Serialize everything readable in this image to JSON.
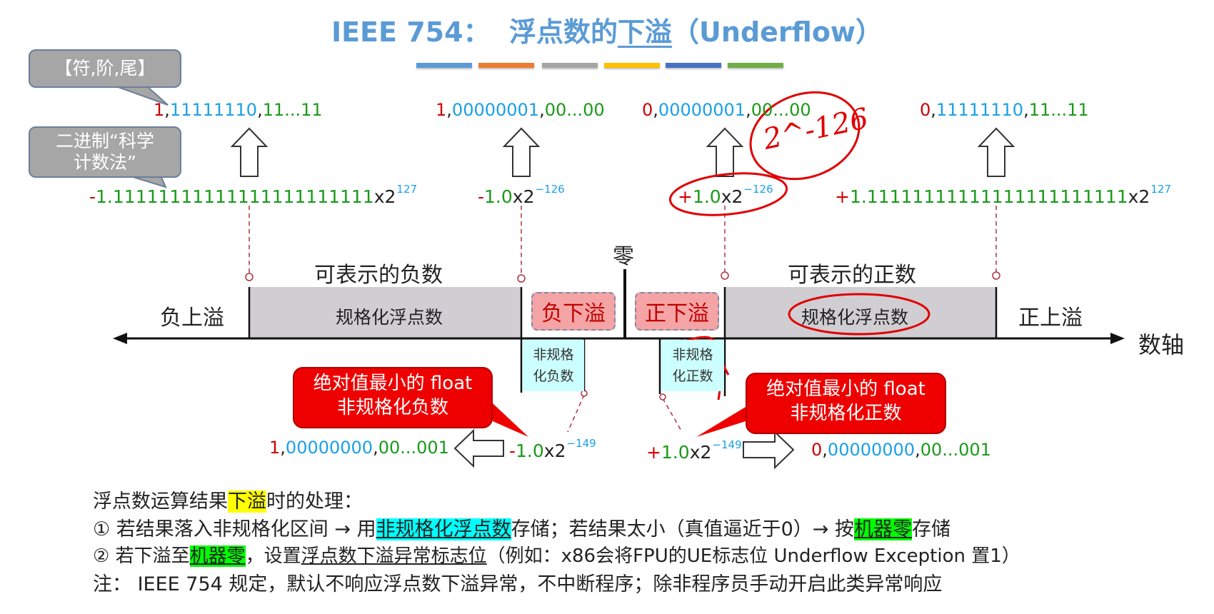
{
  "title": {
    "prefix": "IEEE 754：",
    "main_a": "浮点数的",
    "main_b": "下溢",
    "suffix": "（Underflow）"
  },
  "colors": {
    "title": "#5b9bd5",
    "bars": [
      "#5b9bd5",
      "#ed7d31",
      "#a5a5a5",
      "#ffc000",
      "#4472c4",
      "#70ad47"
    ]
  },
  "callouts": {
    "format": "【符,阶,尾】",
    "sci_line1": "二进制“科学",
    "sci_line2": "计数法”"
  },
  "binaries": [
    {
      "sign": "1",
      "exp": "11111110",
      "mant": "11...11"
    },
    {
      "sign": "1",
      "exp": "00000001",
      "mant": "00...00"
    },
    {
      "sign": "0",
      "exp": "00000001",
      "mant": "00...00"
    },
    {
      "sign": "0",
      "exp": "11111110",
      "mant": "11...11"
    }
  ],
  "scientific": [
    {
      "sign": "-",
      "mant": "1.11111111111111111111111",
      "base": "x2",
      "exp": "127"
    },
    {
      "sign": "-",
      "mant": "1.0",
      "base": "x2",
      "exp": "−126"
    },
    {
      "sign": "+",
      "mant": "1.0",
      "base": "x2",
      "exp": "−126"
    },
    {
      "sign": "+",
      "mant": "1.11111111111111111111111",
      "base": "x2",
      "exp": "127"
    }
  ],
  "axis": {
    "neg_overflow": "负上溢",
    "neg_representable": "可表示的负数",
    "neg_normalized": "规格化浮点数",
    "neg_underflow": "负下溢",
    "zero": "零",
    "pos_underflow": "正下溢",
    "pos_representable": "可表示的正数",
    "pos_normalized": "规格化浮点数",
    "pos_overflow": "正上溢",
    "axis_label": "数轴",
    "neg_denorm_1": "非规格",
    "neg_denorm_2": "化负数",
    "pos_denorm_1": "非规格",
    "pos_denorm_2": "化正数"
  },
  "red_callouts": {
    "neg_1": "绝对值最小的 float",
    "neg_2": "非规格化负数",
    "pos_1": "绝对值最小的 float",
    "pos_2": "非规格化正数"
  },
  "min_denorm": {
    "neg_bin": {
      "sign": "1",
      "exp": "00000000",
      "mant": "00...001"
    },
    "neg_sci": {
      "sign": "-",
      "mant": "1.0",
      "base": "x2",
      "exp": "−149"
    },
    "pos_sci": {
      "sign": "+",
      "mant": "1.0",
      "base": "x2",
      "exp": "−149"
    },
    "pos_bin": {
      "sign": "0",
      "exp": "00000000",
      "mant": "00...001"
    }
  },
  "handwriting": {
    "annotation": "2^-126"
  },
  "notes": {
    "l1_a": "浮点数运算结果",
    "l1_hl": "下溢",
    "l1_b": "时的处理：",
    "l2_a": "① 若结果落入非规格化区间 → 用",
    "l2_hl": "非规格化浮点数",
    "l2_b": "存储；若结果太小（真值逼近于0）→ 按",
    "l2_hl2": "机器零",
    "l2_c": "存储",
    "l3_a": "② 若下溢至",
    "l3_hl": "机器零",
    "l3_b": "，设置",
    "l3_u": "浮点数下溢异常标志位",
    "l3_c": "（例如：x86会将FPU的UE标志位 Underflow Exception 置1）",
    "l4": "注： IEEE 754 规定，默认不响应浮点数下溢异常，不中断程序；除非程序员手动开启此类异常响应"
  }
}
